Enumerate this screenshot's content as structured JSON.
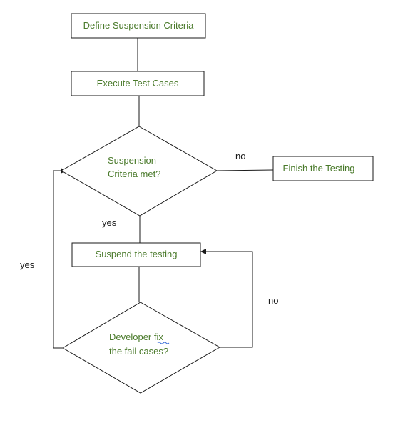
{
  "diagram": {
    "nodes": {
      "define": {
        "label": "Define Suspension Criteria"
      },
      "execute": {
        "label": "Execute Test Cases"
      },
      "decision_criteria": {
        "line1": "Suspension",
        "line2": "Criteria met?"
      },
      "finish": {
        "label": "Finish the Testing"
      },
      "suspend": {
        "label": "Suspend the testing"
      },
      "decision_fix": {
        "line1": "Developer fix",
        "line2": "the fail cases?"
      }
    },
    "edge_labels": {
      "criteria_no": "no",
      "criteria_yes": "yes",
      "fix_yes": "yes",
      "fix_no": "no"
    },
    "colors": {
      "node_text": "#4a7a2b",
      "edge_text": "#1a1a1a",
      "stroke": "#1a1a1a",
      "spellcheck_underline": "#3d6fd8"
    }
  }
}
